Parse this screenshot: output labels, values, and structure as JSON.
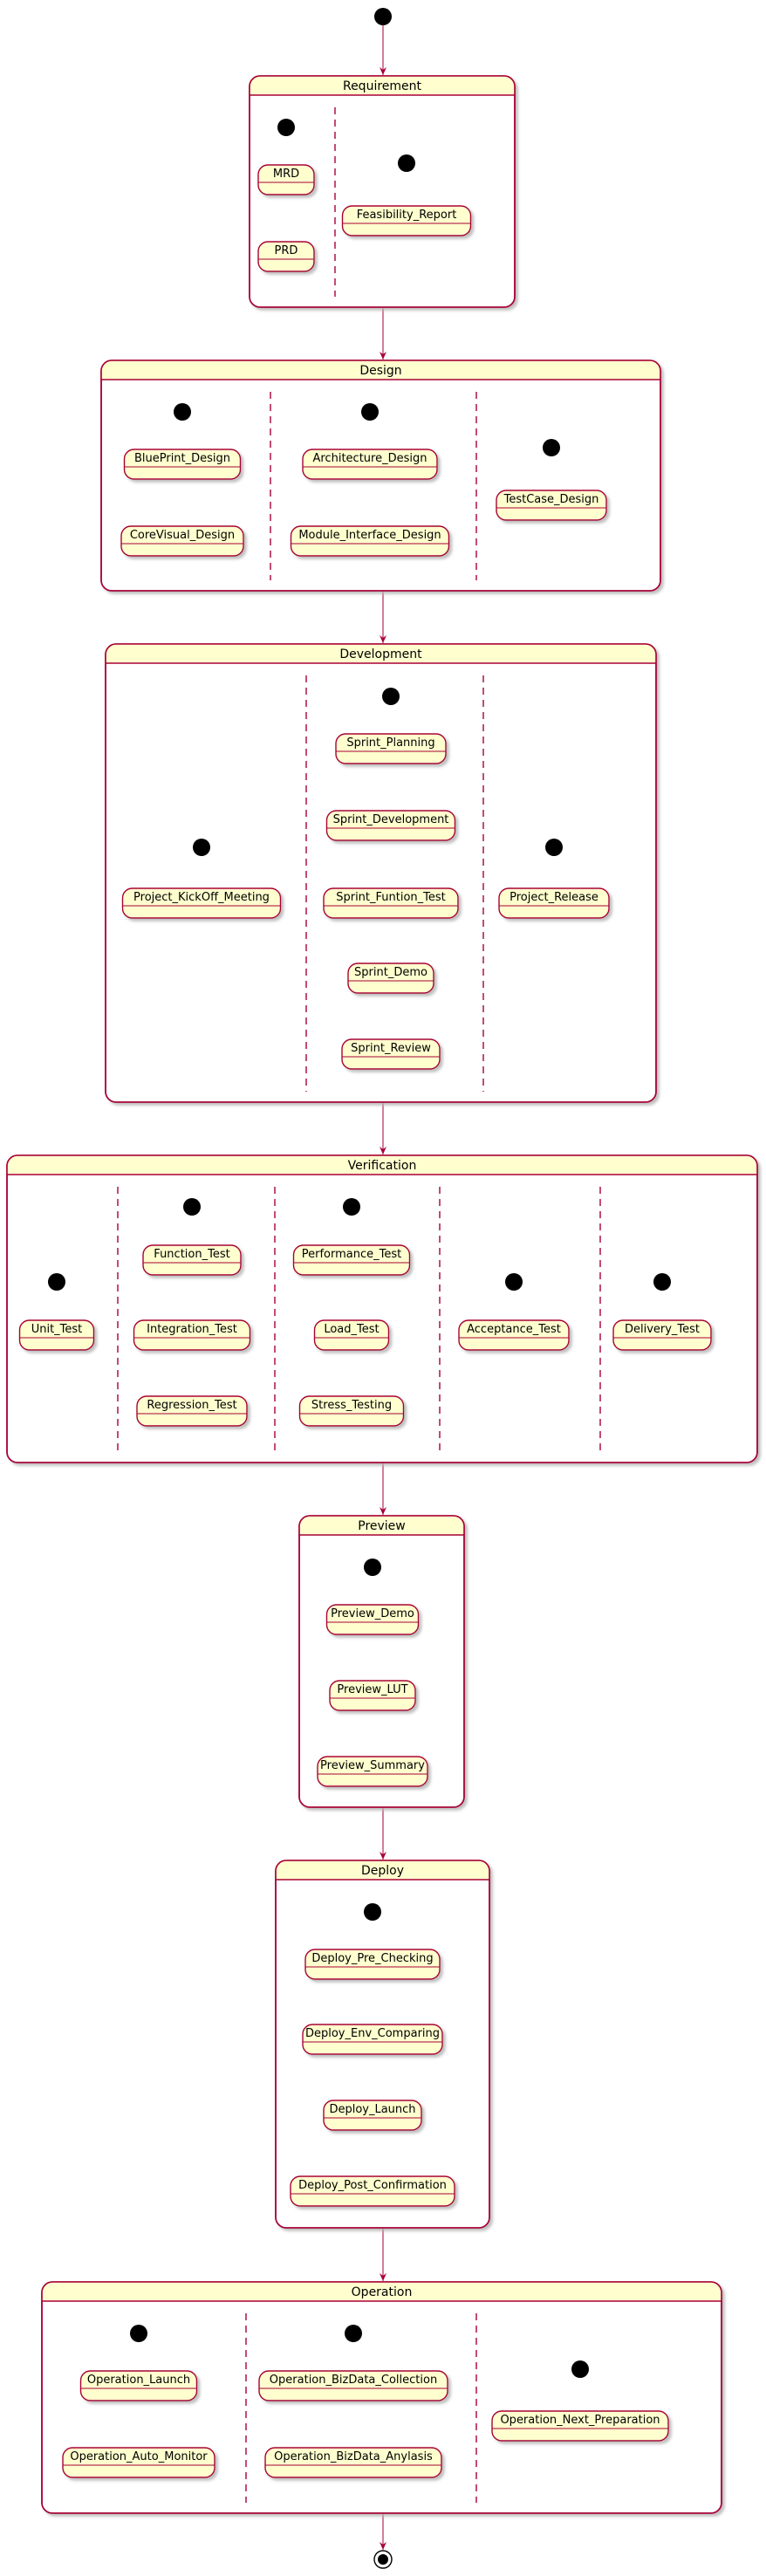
{
  "colors": {
    "stroke": "#A80036",
    "fill": "#FEFECE",
    "node": "#000000",
    "shadow": "#c8c8c8"
  },
  "composites": [
    {
      "id": "requirement",
      "label": "Requirement",
      "regions": [
        [
          "MRD",
          "PRD"
        ],
        [
          "Feasibility_Report"
        ]
      ]
    },
    {
      "id": "design",
      "label": "Design",
      "regions": [
        [
          "BluePrint_Design",
          "CoreVisual_Design"
        ],
        [
          "Architecture_Design",
          "Module_Interface_Design"
        ],
        [
          "TestCase_Design"
        ]
      ]
    },
    {
      "id": "development",
      "label": "Development",
      "regions": [
        [
          "Project_KickOff_Meeting"
        ],
        [
          "Sprint_Planning",
          "Sprint_Development",
          "Sprint_Funtion_Test",
          "Sprint_Demo",
          "Sprint_Review"
        ],
        [
          "Project_Release"
        ]
      ]
    },
    {
      "id": "verification",
      "label": "Verification",
      "regions": [
        [
          "Unit_Test"
        ],
        [
          "Function_Test",
          "Integration_Test",
          "Regression_Test"
        ],
        [
          "Performance_Test",
          "Load_Test",
          "Stress_Testing"
        ],
        [
          "Acceptance_Test"
        ],
        [
          "Delivery_Test"
        ]
      ]
    },
    {
      "id": "preview",
      "label": "Preview",
      "regions": [
        [
          "Preview_Demo",
          "Preview_LUT",
          "Preview_Summary"
        ]
      ]
    },
    {
      "id": "deploy",
      "label": "Deploy",
      "regions": [
        [
          "Deploy_Pre_Checking",
          "Deploy_Env_Comparing",
          "Deploy_Launch",
          "Deploy_Post_Confirmation"
        ]
      ]
    },
    {
      "id": "operation",
      "label": "Operation",
      "regions": [
        [
          "Operation_Launch",
          "Operation_Auto_Monitor"
        ],
        [
          "Operation_BizData_Collection",
          "Operation_BizData_Anylasis"
        ],
        [
          "Operation_Next_Preparation"
        ]
      ]
    }
  ]
}
